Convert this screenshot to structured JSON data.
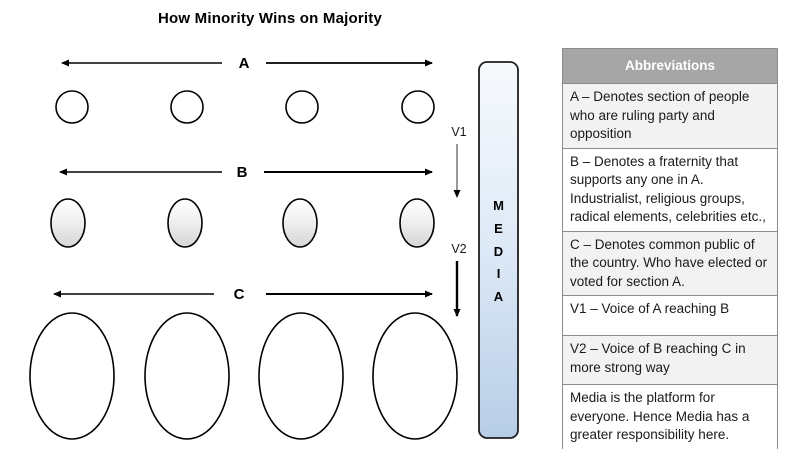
{
  "title": "How Minority Wins on Majority",
  "diagram": {
    "row_a_label": "A",
    "row_b_label": "B",
    "row_c_label": "C",
    "v1_label": "V1",
    "v2_label": "V2",
    "media_letters": [
      "M",
      "E",
      "D",
      "I",
      "A"
    ]
  },
  "colors": {
    "table_header_bg": "#a6a6a6",
    "table_row_shade": "#f2f2f2",
    "table_border": "#8c8c8c",
    "media_bar_top": "#f7fafd",
    "media_bar_bottom": "#b7cde7",
    "ellipse_shade_bottom": "#d6d6d6",
    "stroke": "#000000"
  },
  "table": {
    "header": "Abbreviations",
    "rows": [
      {
        "text": "A – Denotes section of people who are ruling party and opposition"
      },
      {
        "text": "B – Denotes a fraternity that supports any one in A. Industrialist, religious groups, radical elements, celebrities etc.,"
      },
      {
        "text": "C – Denotes common public of the country. Who have elected or voted for section A."
      },
      {
        "text": "V1 – Voice of A reaching B"
      },
      {
        "text": "V2 – Voice of B reaching C in more strong way"
      },
      {
        "text": "Media is the platform for everyone. Hence Media has a greater responsibility here."
      }
    ]
  }
}
